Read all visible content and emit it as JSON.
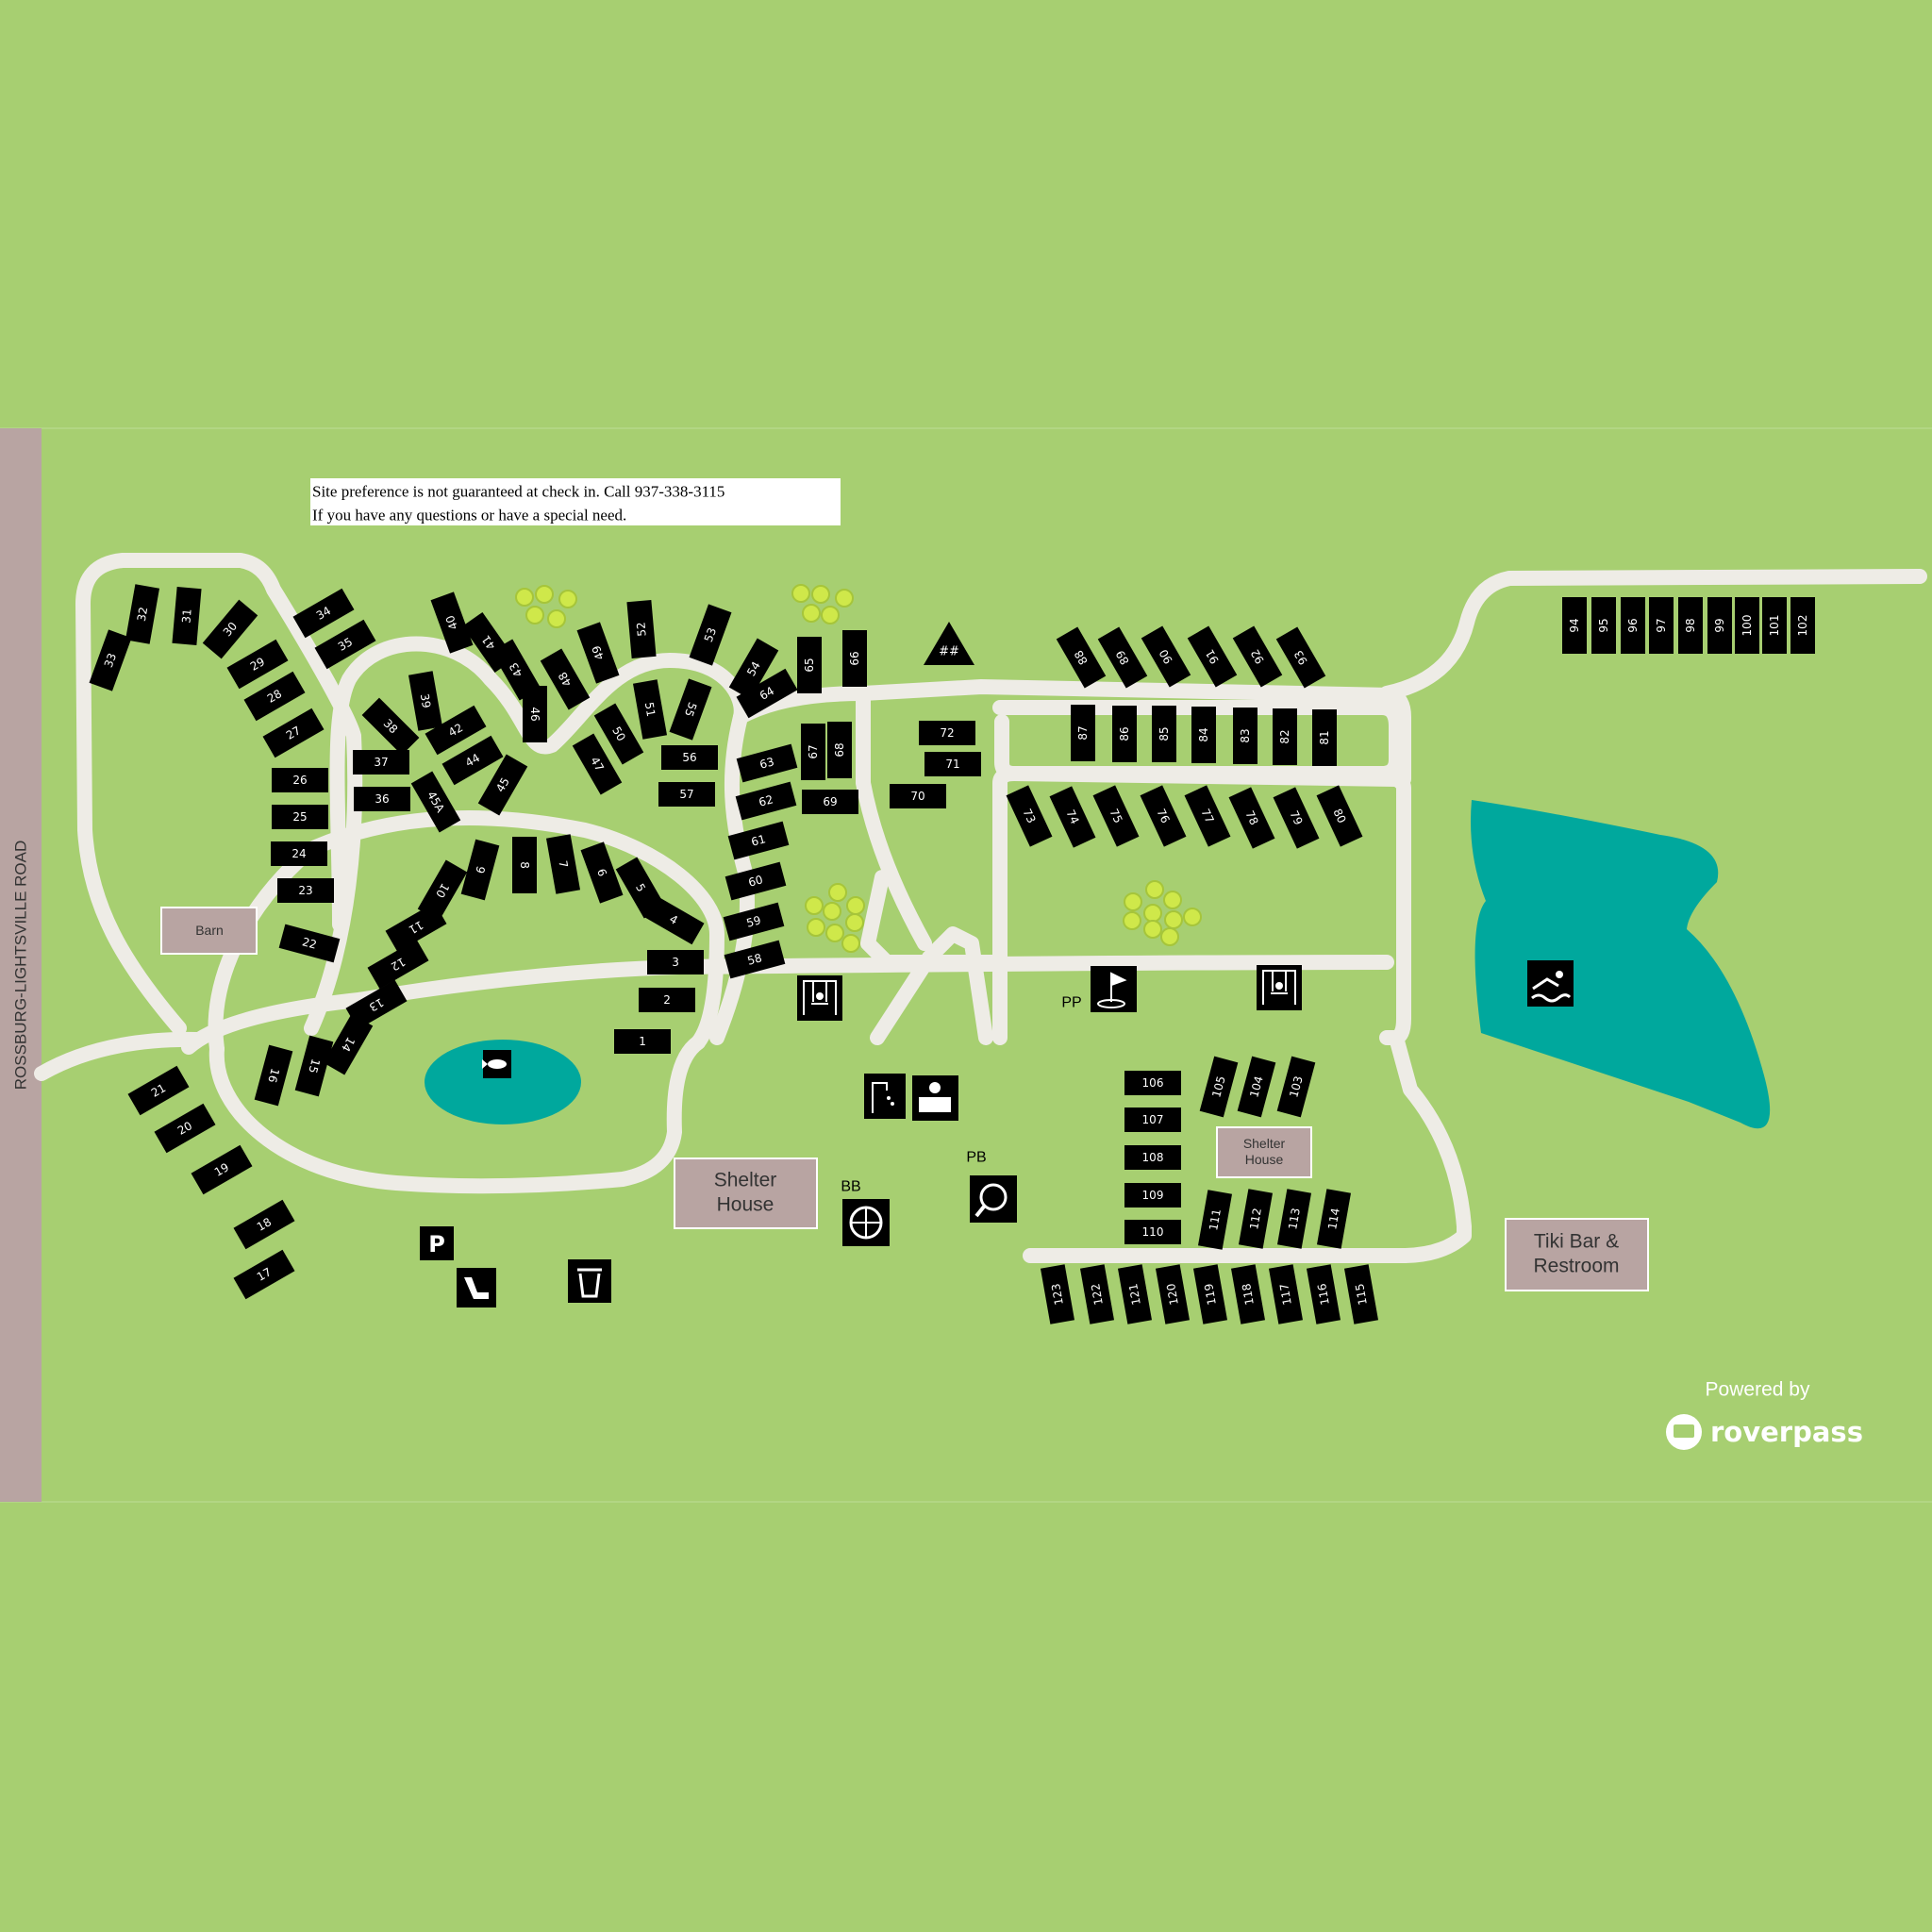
{
  "road_label": "ROSSBURG-LIGHTSVILLE ROAD",
  "notice": {
    "line1": "Site preference is not guaranteed at check in. Call 937-338-3115",
    "line2": "If you have any questions or have a special need."
  },
  "buildings": {
    "barn": "Barn",
    "shelter_house_1_line1": "Shelter",
    "shelter_house_1_line2": "House",
    "shelter_house_2_line1": "Shelter",
    "shelter_house_2_line2": "House",
    "tiki_line1": "Tiki Bar &",
    "tiki_line2": "Restroom"
  },
  "amenity_labels": {
    "pp": "PP",
    "bb": "BB",
    "pb": "PB",
    "tent": "##"
  },
  "icons": [
    "playground-icon",
    "mini-golf-icon",
    "swimming-icon",
    "fishing-icon",
    "restroom-shower-icon",
    "office-icon",
    "basketball-icon",
    "pickleball-icon",
    "parking-icon",
    "dump-station-icon",
    "trash-icon",
    "tent-area-icon"
  ],
  "sites": [
    "1",
    "2",
    "3",
    "4",
    "5",
    "6",
    "7",
    "8",
    "9",
    "10",
    "11",
    "12",
    "13",
    "14",
    "15",
    "16",
    "17",
    "18",
    "19",
    "20",
    "21",
    "22",
    "23",
    "24",
    "25",
    "26",
    "27",
    "28",
    "29",
    "30",
    "31",
    "32",
    "33",
    "34",
    "35",
    "36",
    "37",
    "38",
    "39",
    "40",
    "41",
    "42",
    "43",
    "44",
    "45",
    "45A",
    "46",
    "47",
    "48",
    "49",
    "50",
    "51",
    "52",
    "53",
    "54",
    "55",
    "56",
    "57",
    "58",
    "59",
    "60",
    "61",
    "62",
    "63",
    "64",
    "65",
    "66",
    "67",
    "68",
    "69",
    "70",
    "71",
    "72",
    "73",
    "74",
    "75",
    "76",
    "77",
    "78",
    "79",
    "80",
    "81",
    "82",
    "83",
    "84",
    "85",
    "86",
    "87",
    "88",
    "89",
    "90",
    "91",
    "92",
    "93",
    "94",
    "95",
    "96",
    "97",
    "98",
    "99",
    "100",
    "101",
    "102",
    "103",
    "104",
    "105",
    "106",
    "107",
    "108",
    "109",
    "110",
    "111",
    "112",
    "113",
    "114",
    "115",
    "116",
    "117",
    "118",
    "119",
    "120",
    "121",
    "122",
    "123"
  ],
  "branding": {
    "powered_by": "Powered by",
    "brand": "roverpass"
  },
  "colors": {
    "background": "#a7cf71",
    "road": "#eeece6",
    "water": "#00a89d",
    "building": "#b8a4a2",
    "site": "#000000",
    "tree": "#cfe84a"
  }
}
